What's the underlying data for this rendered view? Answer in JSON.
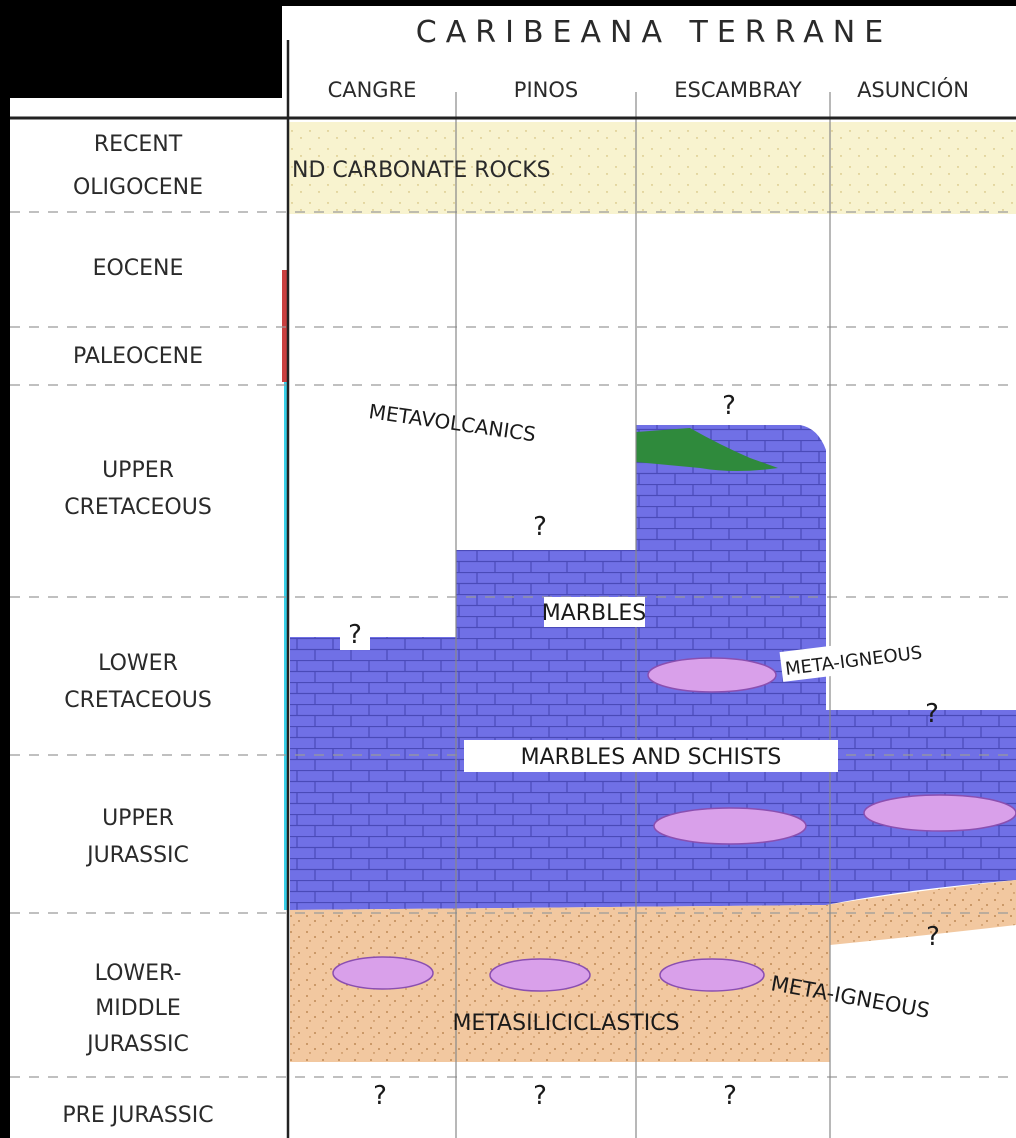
{
  "terrane_title": "CARIBEANA TERRANE",
  "columns": [
    "CANGRE",
    "PINOS",
    "ESCAMBRAY",
    "ASUNCIÓN"
  ],
  "ages": [
    [
      "RECENT",
      "OLIGOCENE"
    ],
    [
      "EOCENE"
    ],
    [
      "PALEOCENE"
    ],
    [
      "UPPER",
      "CRETACEOUS"
    ],
    [
      "LOWER",
      "CRETACEOUS"
    ],
    [
      "UPPER",
      "JURASSIC"
    ],
    [
      "LOWER-",
      "MIDDLE",
      "JURASSIC"
    ],
    [
      "PRE JURASSIC"
    ]
  ],
  "unit_labels": {
    "cover": "ND CARBONATE ROCKS",
    "metavolcanics": "METAVOLCANICS",
    "marbles": "MARBLES",
    "meta_igneous_upper": "META-IGNEOUS",
    "marbles_schists": "MARBLES AND SCHISTS",
    "metasiliciclastics": "METASILICICLASTICS",
    "meta_igneous_lower": "META-IGNEOUS"
  },
  "unknown_mark": "?",
  "colors": {
    "background": "#000000",
    "paper": "#ffffff",
    "cover_fill": "#f8f3cf",
    "marble_fill": "#7070e6",
    "marble_lines": "#4a4ab8",
    "clastic_fill": "#f2c8a0",
    "igneous_fill": "#d9a0ea",
    "igneous_stroke": "#8a4fb0",
    "volcanic_fill": "#2f8a3c",
    "red_bar": "#c94040",
    "cyan_bar": "#38d0e8",
    "text": "#2a2a2a"
  }
}
